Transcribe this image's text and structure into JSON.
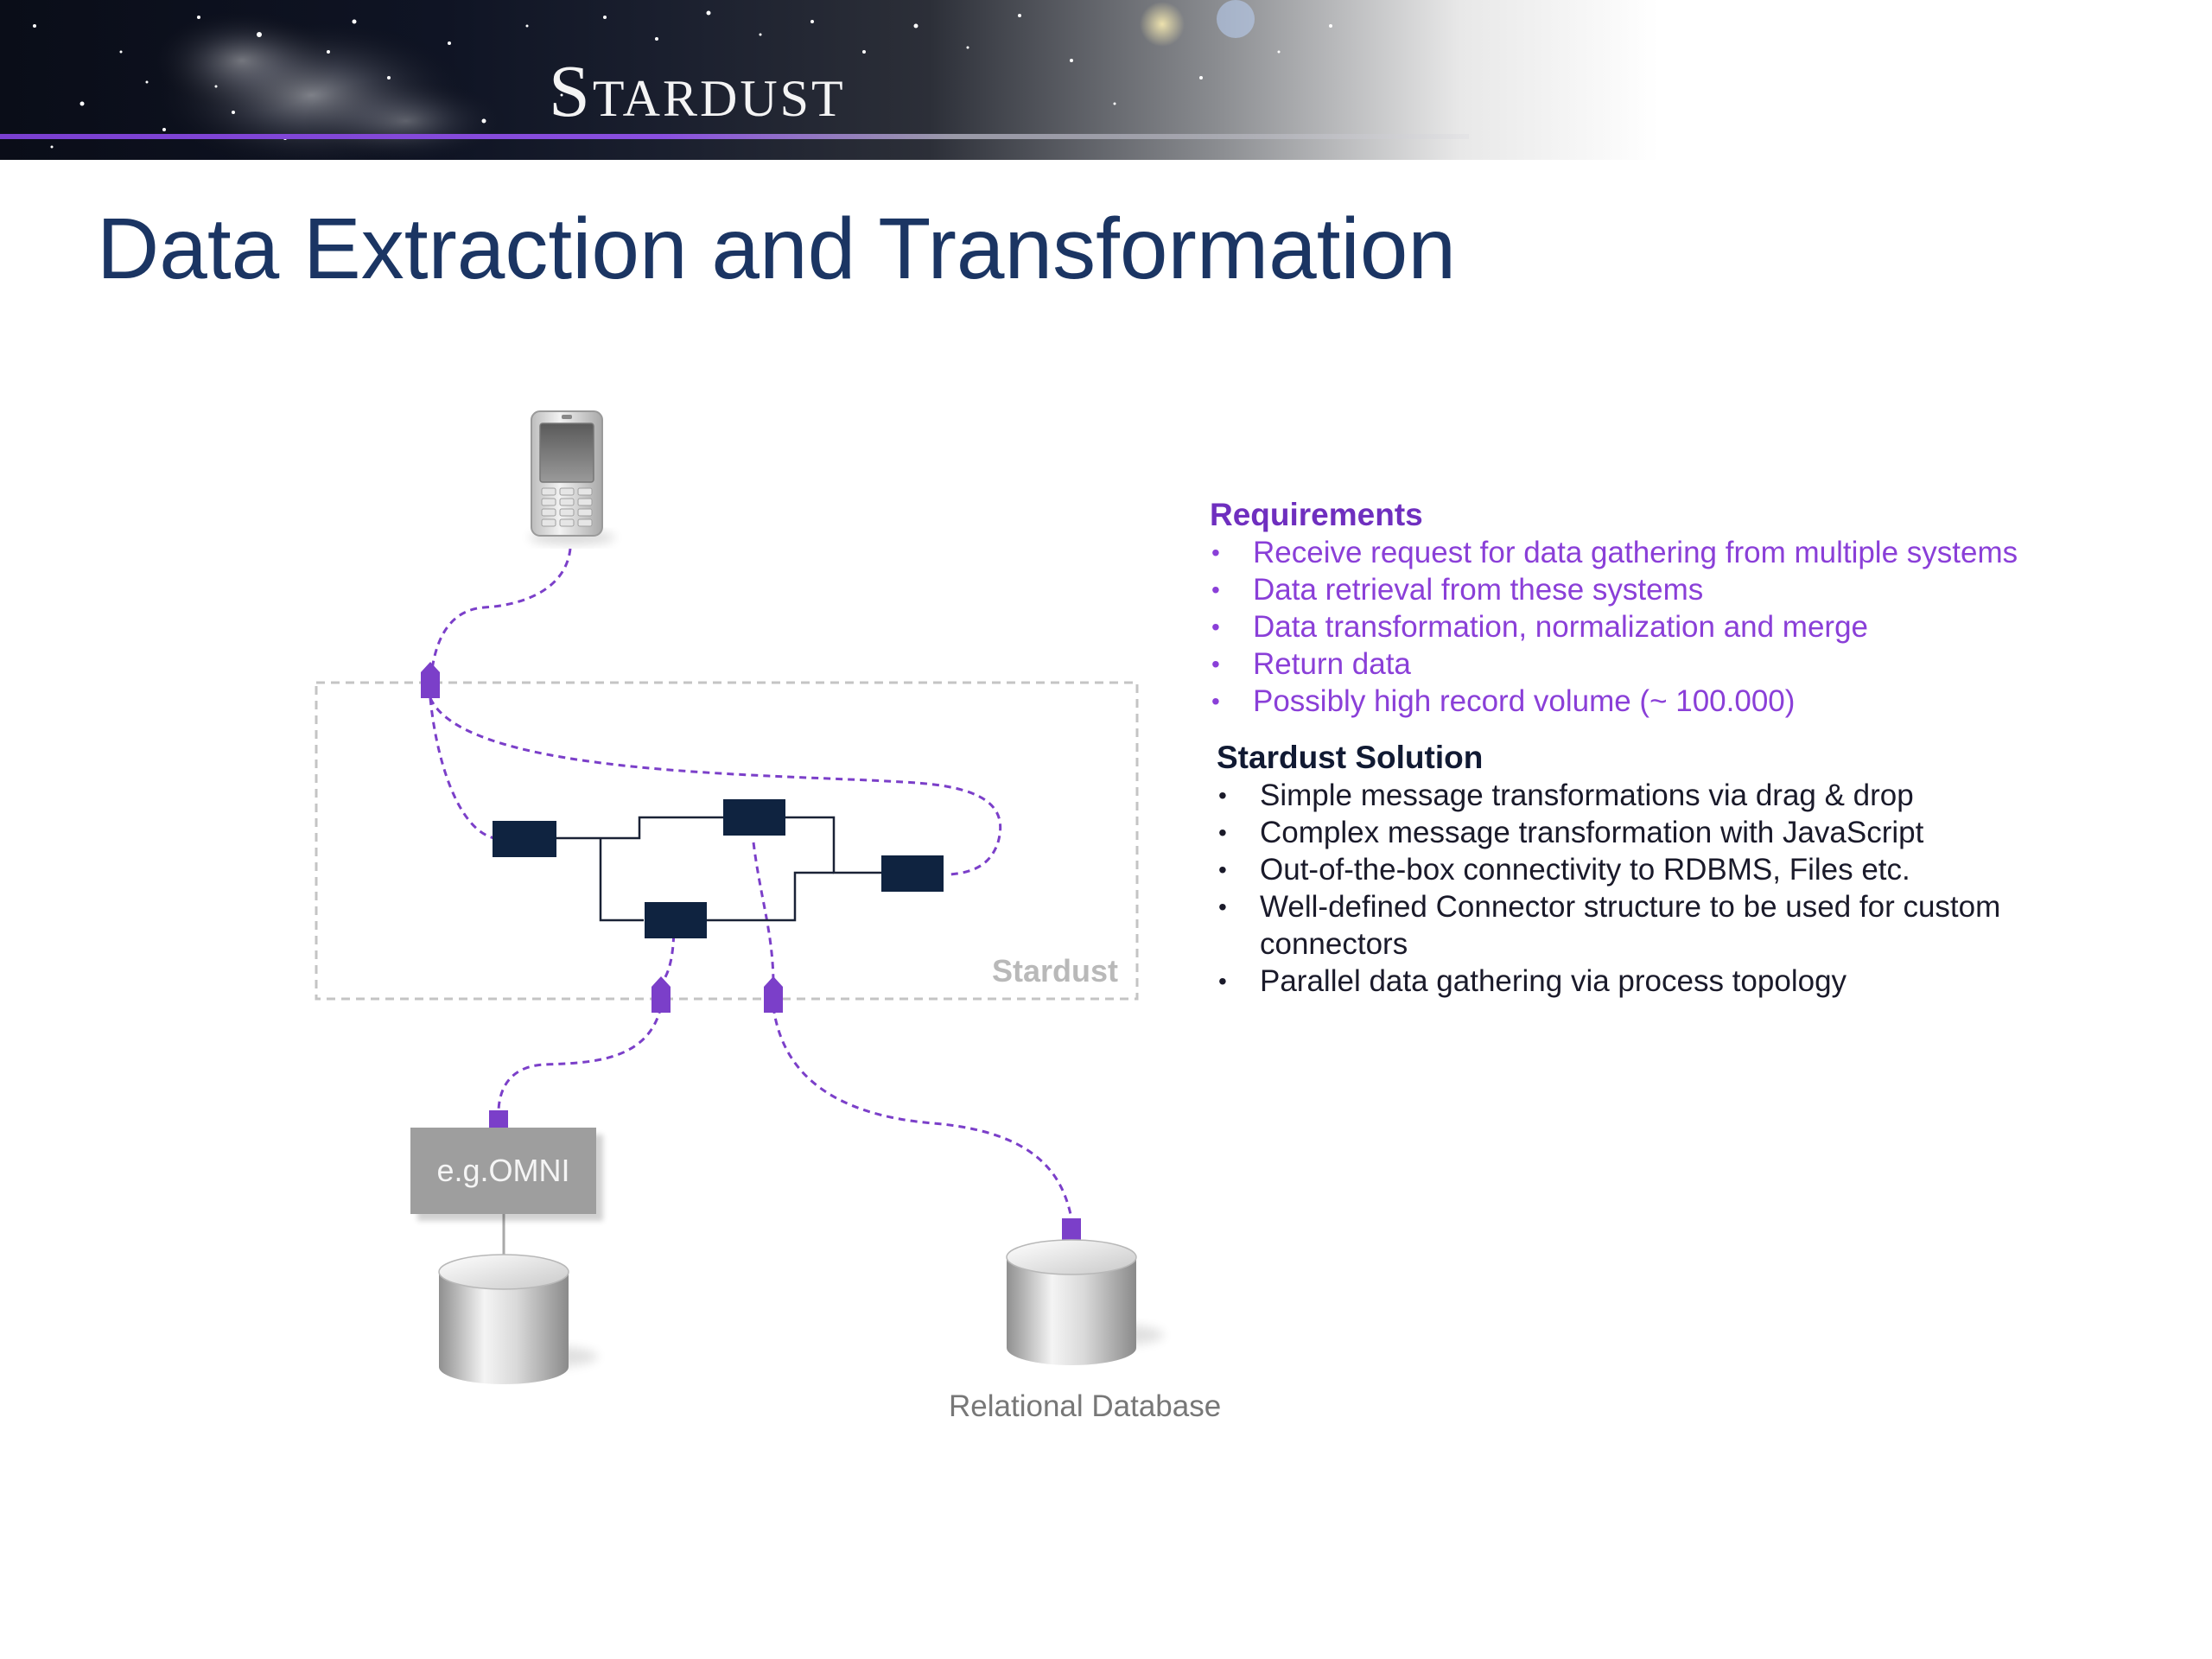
{
  "header": {
    "brand": "Stardust"
  },
  "slide": {
    "title": "Data Extraction and Transformation"
  },
  "diagram": {
    "container_label": "Stardust",
    "omni_label": "e.g.OMNI",
    "relational_db_label": "Relational Database",
    "icons": [
      "mobile-phone-icon",
      "database-cylinder-icon",
      "database-cylinder-icon"
    ],
    "colors": {
      "connector": "#7b3fc9",
      "process_node": "#0f2340",
      "container_border": "#c4c4c4"
    }
  },
  "requirements": {
    "heading": "Requirements",
    "items": [
      "Receive request for data gathering from multiple systems",
      "Data retrieval from these systems",
      "Data transformation, normalization and merge",
      "Return data",
      "Possibly high record volume (~ 100.000)"
    ]
  },
  "solution": {
    "heading": "Stardust Solution",
    "items": [
      "Simple message transformations via drag & drop",
      "Complex message transformation with JavaScript",
      "Out-of-the-box connectivity to RDBMS, Files etc.",
      "Well-defined Connector structure to be used for custom",
      "connectors",
      "Parallel data gathering via process topology"
    ]
  },
  "colors": {
    "title": "#1b3563",
    "requirements": "#8a3fd8",
    "solution": "#1a1a2a"
  }
}
